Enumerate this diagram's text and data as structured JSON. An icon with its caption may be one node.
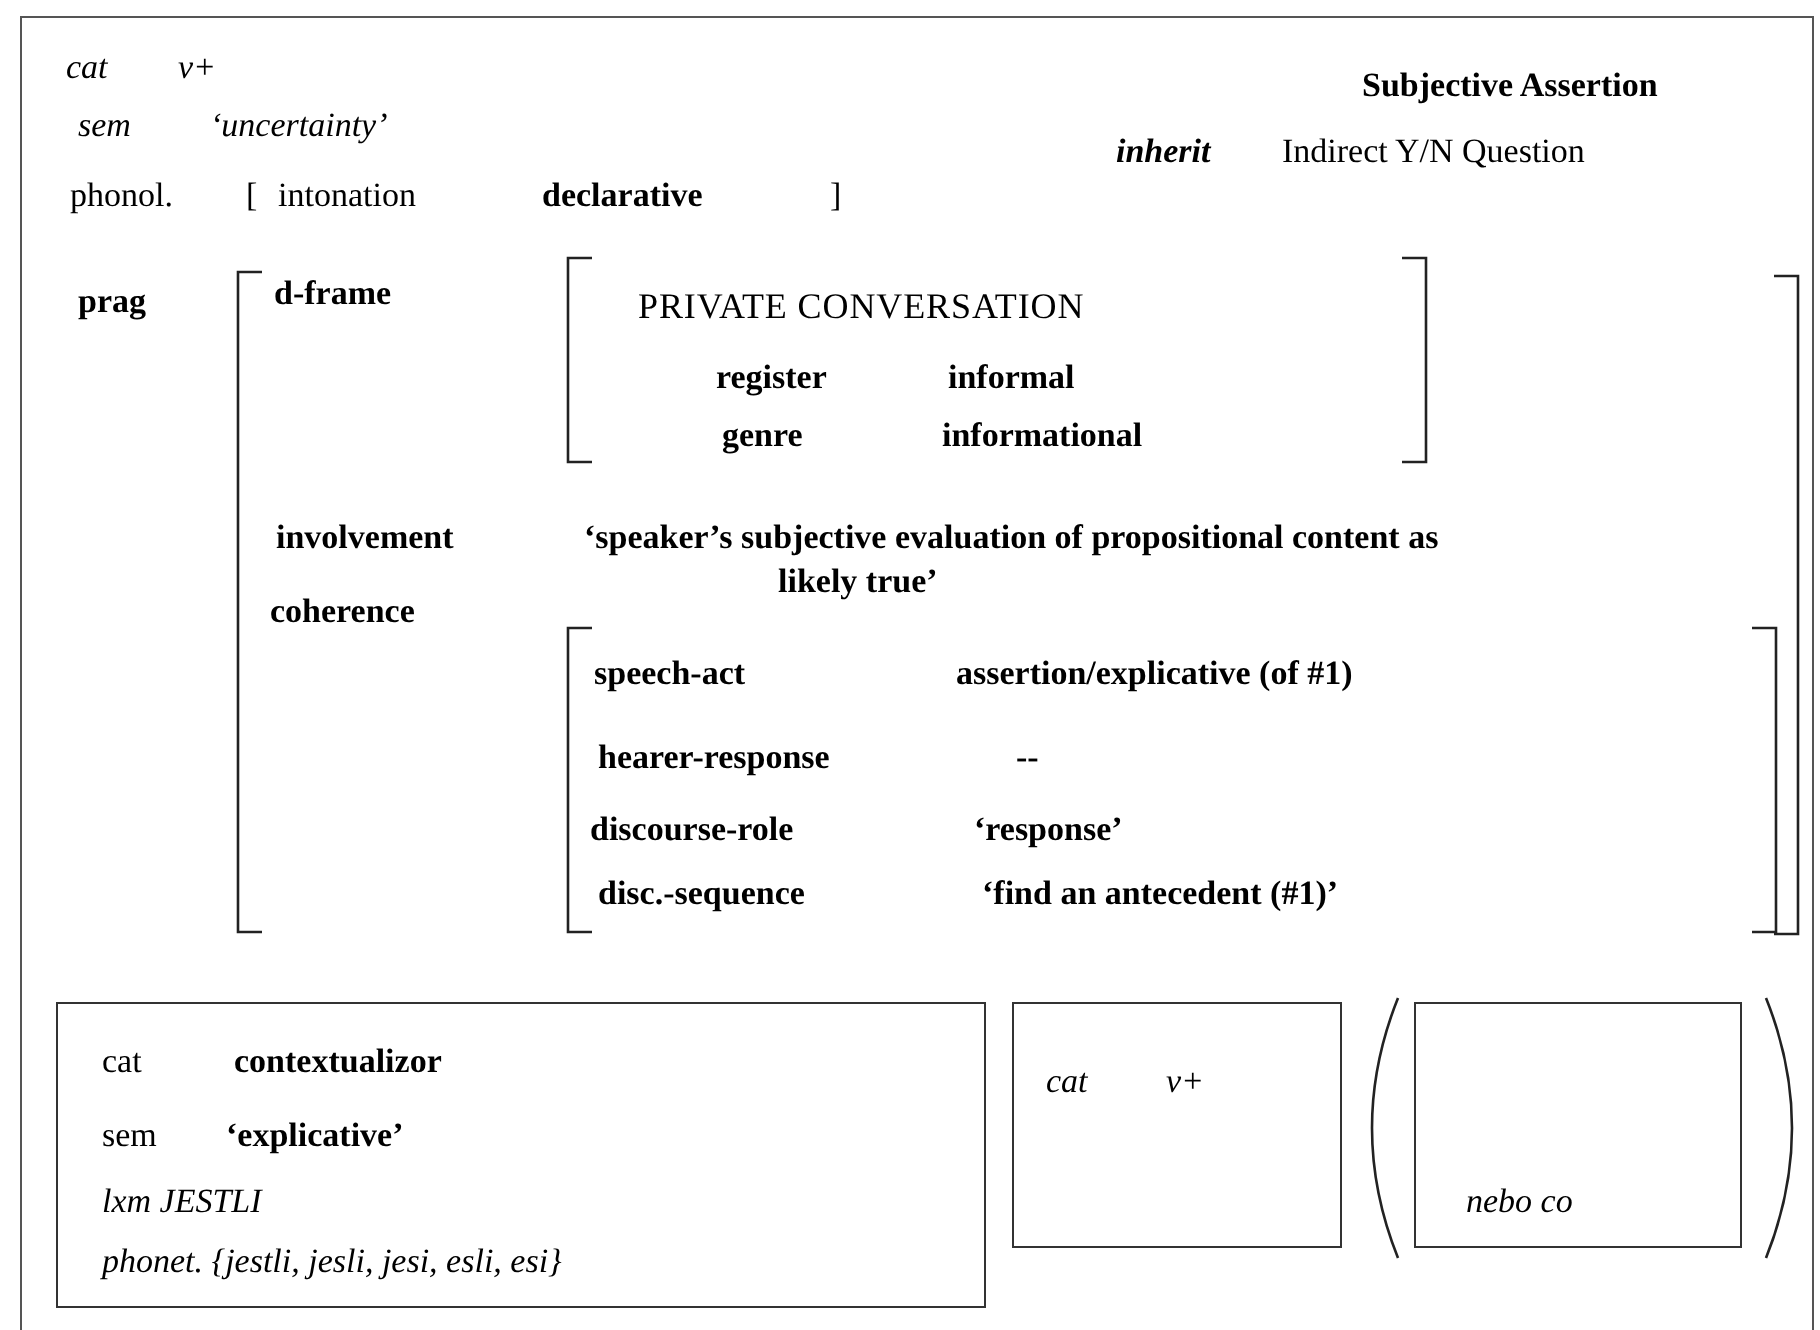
{
  "diagram": {
    "nodes": [
      {
        "text": [],
        "shape": "box"
      },
      {
        "text": [
          "cat",
          "contextualizor",
          "sem",
          "‘explicative’",
          "lxm JESTLI",
          "phonet. {jestli, jesli, jesi, esli, esi}"
        ],
        "in": 0
      },
      {
        "text": [
          "cat",
          "v+"
        ],
        "in": 0
      },
      {
        "text": [
          "nebo co"
        ],
        "in": 0
      }
    ],
    "edges": [],
    "labels": [
      "cat",
      "v+",
      "Subjective Assertion",
      "sem",
      "‘uncertainty’",
      "inherit",
      "Indirect Y/N Question",
      "phonol.",
      "[",
      "intonation",
      "declarative",
      "]",
      "prag",
      "d-frame",
      "PRIVATE CONVERSATION",
      "register",
      "informal",
      "genre",
      "informational",
      "involvement",
      "‘speaker’s subjective evaluation of propositional content as likely true’",
      "coherence",
      "speech-act",
      "assertion/explicative (of #1)",
      "hearer-response",
      "--",
      "discourse-role",
      "‘response’",
      "disc.-sequence",
      "‘find an antecedent (#1)’"
    ]
  }
}
